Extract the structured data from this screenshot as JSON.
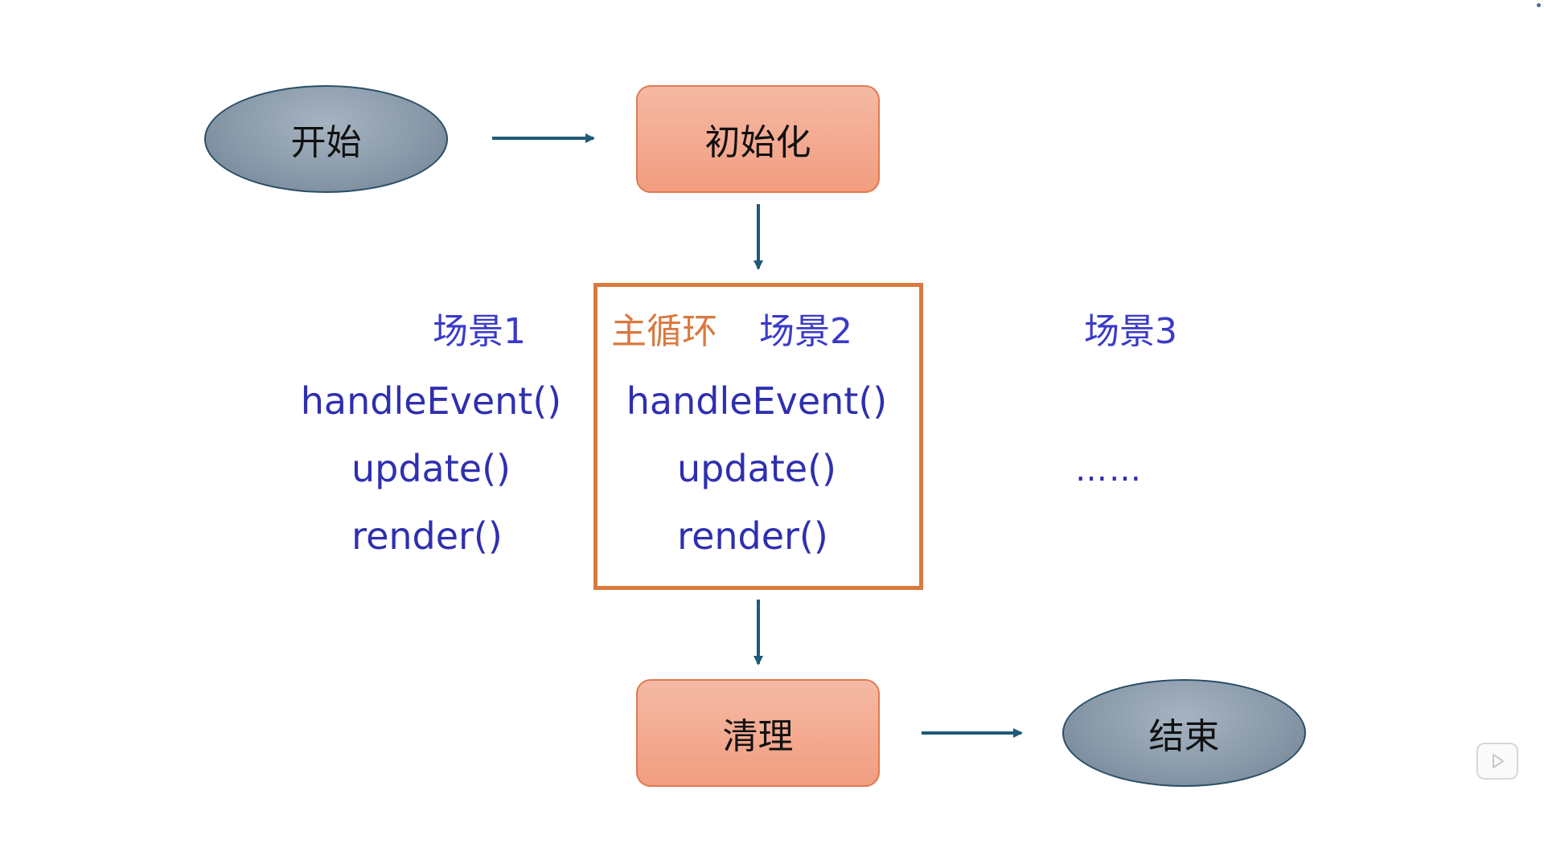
{
  "nodes": {
    "start": "开始",
    "init": "初始化",
    "cleanup": "清理",
    "end": "结束"
  },
  "main_loop": {
    "title": "主循环"
  },
  "scenes": [
    {
      "title": "场景1",
      "methods": [
        "handleEvent()",
        "update()",
        "render()"
      ]
    },
    {
      "title": "场景2",
      "methods": [
        "handleEvent()",
        "update()",
        "render()"
      ]
    },
    {
      "title": "场景3",
      "ellipsis": "……"
    }
  ],
  "colors": {
    "ellipse_fill": "#8a9aaa",
    "ellipse_border": "#2a4f66",
    "box_fill": "#f19d80",
    "box_border": "#e07a52",
    "main_loop_border": "#d9793e",
    "scene_text": "#2f2fb0",
    "arrow": "#1f5a78"
  },
  "widgets": {
    "player_icon": "play-icon"
  }
}
